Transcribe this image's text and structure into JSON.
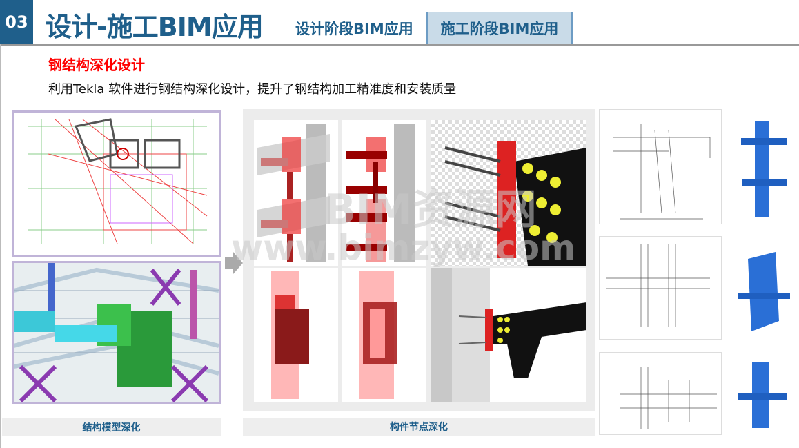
{
  "header": {
    "section_number": "03",
    "title": "设计-施工BIM应用",
    "tabs": [
      {
        "label": "设计阶段BIM应用",
        "active": false
      },
      {
        "label": "施工阶段BIM应用",
        "active": true
      }
    ]
  },
  "content": {
    "subtitle": "钢结构深化设计",
    "description": "利用Tekla 软件进行钢结构深化设计，提升了钢结构加工精准度和安装质量"
  },
  "captions": {
    "left": "结构模型深化",
    "middle": "构件节点深化"
  },
  "watermark": {
    "line1": "BIM资源网",
    "line2": "www.bimzyw.com"
  },
  "colors": {
    "brand": "#1f5f8b",
    "accent_red": "#ff0000",
    "tab_active_bg": "#c9dbe8"
  }
}
